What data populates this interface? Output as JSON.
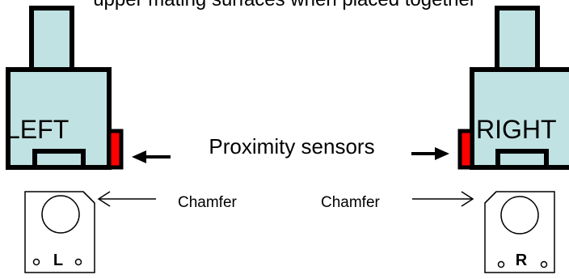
{
  "top_caption": "upper mating surfaces when placed together",
  "left_block": {
    "label": "LEFT"
  },
  "right_block": {
    "label": "RIGHT"
  },
  "sensor_label": "Proximity sensors",
  "chamfer_left_label": "Chamfer",
  "chamfer_right_label": "Chamfer",
  "left_plate": {
    "label": "L"
  },
  "right_plate": {
    "label": "R"
  },
  "colors": {
    "block_fill": "#c0e2e2",
    "sensor_fill": "#ff0000",
    "stroke": "#000000",
    "plate_fill": "#ffffff"
  }
}
